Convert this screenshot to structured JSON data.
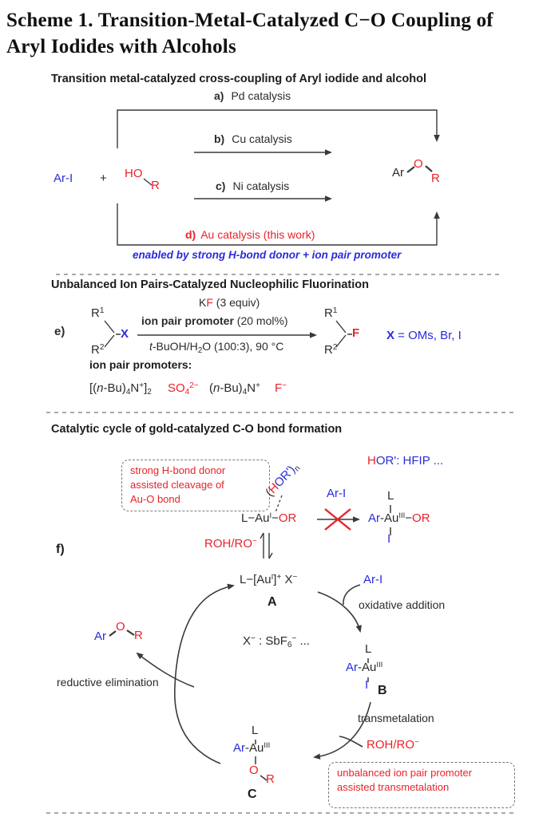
{
  "colors": {
    "red": "#e8232a",
    "blue": "#2b2bdd",
    "line": "#3a3a3a"
  },
  "title": {
    "line1": "Scheme 1. Transition-Metal-Catalyzed C−O Coupling of",
    "line2": "Aryl Iodides with Alcohols"
  },
  "panel1": {
    "header": "Transition metal-catalyzed cross-coupling of Aryl iodide and alcohol",
    "a_label": "a)",
    "a_text": "Pd catalysis",
    "b_label": "b)",
    "b_text": "Cu catalysis",
    "c_label": "c)",
    "c_text": "Ni catalysis",
    "d_label": "d)",
    "d_text": "Au catalysis (this work)",
    "note": "enabled by strong H-bond donor + ion pair promoter",
    "aryl_iodide": "Ar-I",
    "plus": "+",
    "ho": "HO",
    "r": "R",
    "prod_ar": "Ar",
    "prod_o": "O",
    "prod_r": "R"
  },
  "panel2": {
    "header": "Unbalanced Ion Pairs-Catalyzed Nucleophilic Fluorination",
    "label": "e)",
    "r1": {
      "base": "R",
      "sup": "1"
    },
    "r2": {
      "base": "R",
      "sup": "2"
    },
    "x": "X",
    "kf": {
      "k": "K",
      "f": "F",
      "rest": " (3 equiv)"
    },
    "ipp": {
      "bold": "ion pair promoter",
      "rest": " (20 mol%)"
    },
    "solvent": {
      "t": "t",
      "rest": "-BuOH/H",
      "sub": "2",
      "rest2": "O (100:3), 90 °C"
    },
    "prod_f": "F",
    "x_def": {
      "x": "X",
      "rest": " = OMs, Br, I"
    },
    "promoters_label": "ion pair promoters:",
    "amm1": {
      "pre": "[(",
      "n": "n",
      "mid": "-Bu)",
      "sub": "4",
      "el": "N",
      "sup": "+",
      "close": "]",
      "sub2": "2"
    },
    "sulfate": {
      "base": "SO",
      "sub": "4",
      "sup": "2−"
    },
    "amm2": {
      "pre": "(",
      "n": "n",
      "mid": "-Bu)",
      "sub": "4",
      "el": "N",
      "sup": "+"
    },
    "fluoride": {
      "base": "F",
      "sup": "−"
    }
  },
  "panel3": {
    "header": "Catalytic cycle of gold-catalyzed C-O bond formation",
    "label": "f)",
    "box1": [
      "strong H-bond donor",
      "assisted cleavage of",
      "Au-O bond"
    ],
    "box2": [
      "unbalanced ion pair promoter",
      "assisted transmetalation"
    ],
    "hor": {
      "paren": "(",
      "h": "H",
      "rest": "OR')",
      "sub": "n"
    },
    "hfip": {
      "h": "H",
      "rest": "OR': HFIP ..."
    },
    "ar_i": "Ar-I",
    "laor": {
      "pre": "L−Au",
      "sup": "I",
      "dash": "−",
      "or": "OR"
    },
    "au3": {
      "ar": "Ar",
      "au": "-Au",
      "sup": "III"
    },
    "aur": {
      "l": "L",
      "dash": "−",
      "or": "OR",
      "i": "I"
    },
    "roh": {
      "base": "ROH/RO",
      "sup": "−"
    },
    "a": {
      "pre": "L−[Au",
      "sup": "I",
      "close": "]",
      "plus": "+",
      "x": " X",
      "minus": "−",
      "label": "A"
    },
    "oxidative": "oxidative addition",
    "counterion": {
      "x": "X",
      "xs": "−",
      "mid": " : SbF",
      "sub": "6",
      "sup": "−",
      "dots": " ..."
    },
    "b": {
      "l": "L",
      "i": "I",
      "label": "B"
    },
    "transmetalation": "transmetalation",
    "c": {
      "l": "L",
      "o": "O",
      "r": "R",
      "label": "C"
    },
    "prod": {
      "ar": "Ar",
      "o": "O",
      "r": "R"
    },
    "reductive": "reductive elimination"
  }
}
